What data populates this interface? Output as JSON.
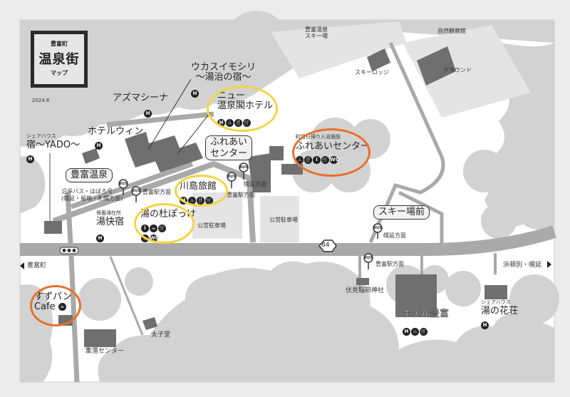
{
  "title": {
    "town": "豊富町",
    "main": "温泉街",
    "sub": "マップ",
    "date": "2024.6"
  },
  "colors": {
    "cloud": "#d2d2d2",
    "road": "#a9a9a9",
    "building": "#6f6f6f",
    "highlight_yellow": "#f5d442",
    "highlight_orange": "#e8702a"
  },
  "labels": {
    "ukakai": [
      "ウカスイモシリ",
      "〜湯治の宿〜"
    ],
    "azuma": "アズマシーナ",
    "new_onsenkaku": [
      "ニュー",
      "温泉閣ホテル"
    ],
    "hotel_win": "ホテルウィン",
    "yado_caption": "シェアハウス",
    "yado": "宿〜YADO〜",
    "fureai_pill": [
      "ふれあい",
      "センター"
    ],
    "fureai_caption": "町営日帰り入浴施設",
    "fureai": "ふれあいセンター",
    "toyotomi_onsen": "豊富温泉",
    "engan_bus": "沿岸バス・はぼろ号",
    "engan_bus_dest": "(幌延・留萌・札幌方面)",
    "toyotomi_station_dir": "豊富駅方面",
    "horonobe_dir": "幌延方面",
    "kawashima": "川島旅館",
    "yunomori": "湯の杜ぽっけ",
    "yukaiyado_caption": "保養滞在所",
    "yukaiyado": "湯快宿",
    "parking": "公営駐車場",
    "ski_onsen": [
      "豊富温泉",
      "スキー場"
    ],
    "nature": "自然観察館",
    "ski_lodge": "スキーロッジ",
    "ground": "グラウンド",
    "ski_mae": "スキー場前",
    "route": "84",
    "to_toyotomi": "豊富町",
    "to_hamatonbetsu": "浜頓別・幌延",
    "fushimi": "伏見稲荷神社",
    "hotel_toyotomi": "ホテル豊富",
    "yunohana_caption": "シェアハウス",
    "yunohana": "湯の花荘",
    "suzupan": [
      "すずパン",
      "Cafe"
    ],
    "taishido": "太子堂",
    "shuraku": "集落センター",
    "bus": "BUS"
  },
  "icons": {
    "hotel": "H",
    "bath": "♨",
    "food": "🍴",
    "shop": "🛒",
    "info": "i",
    "cafe": "☕",
    "toilet": "WC"
  }
}
